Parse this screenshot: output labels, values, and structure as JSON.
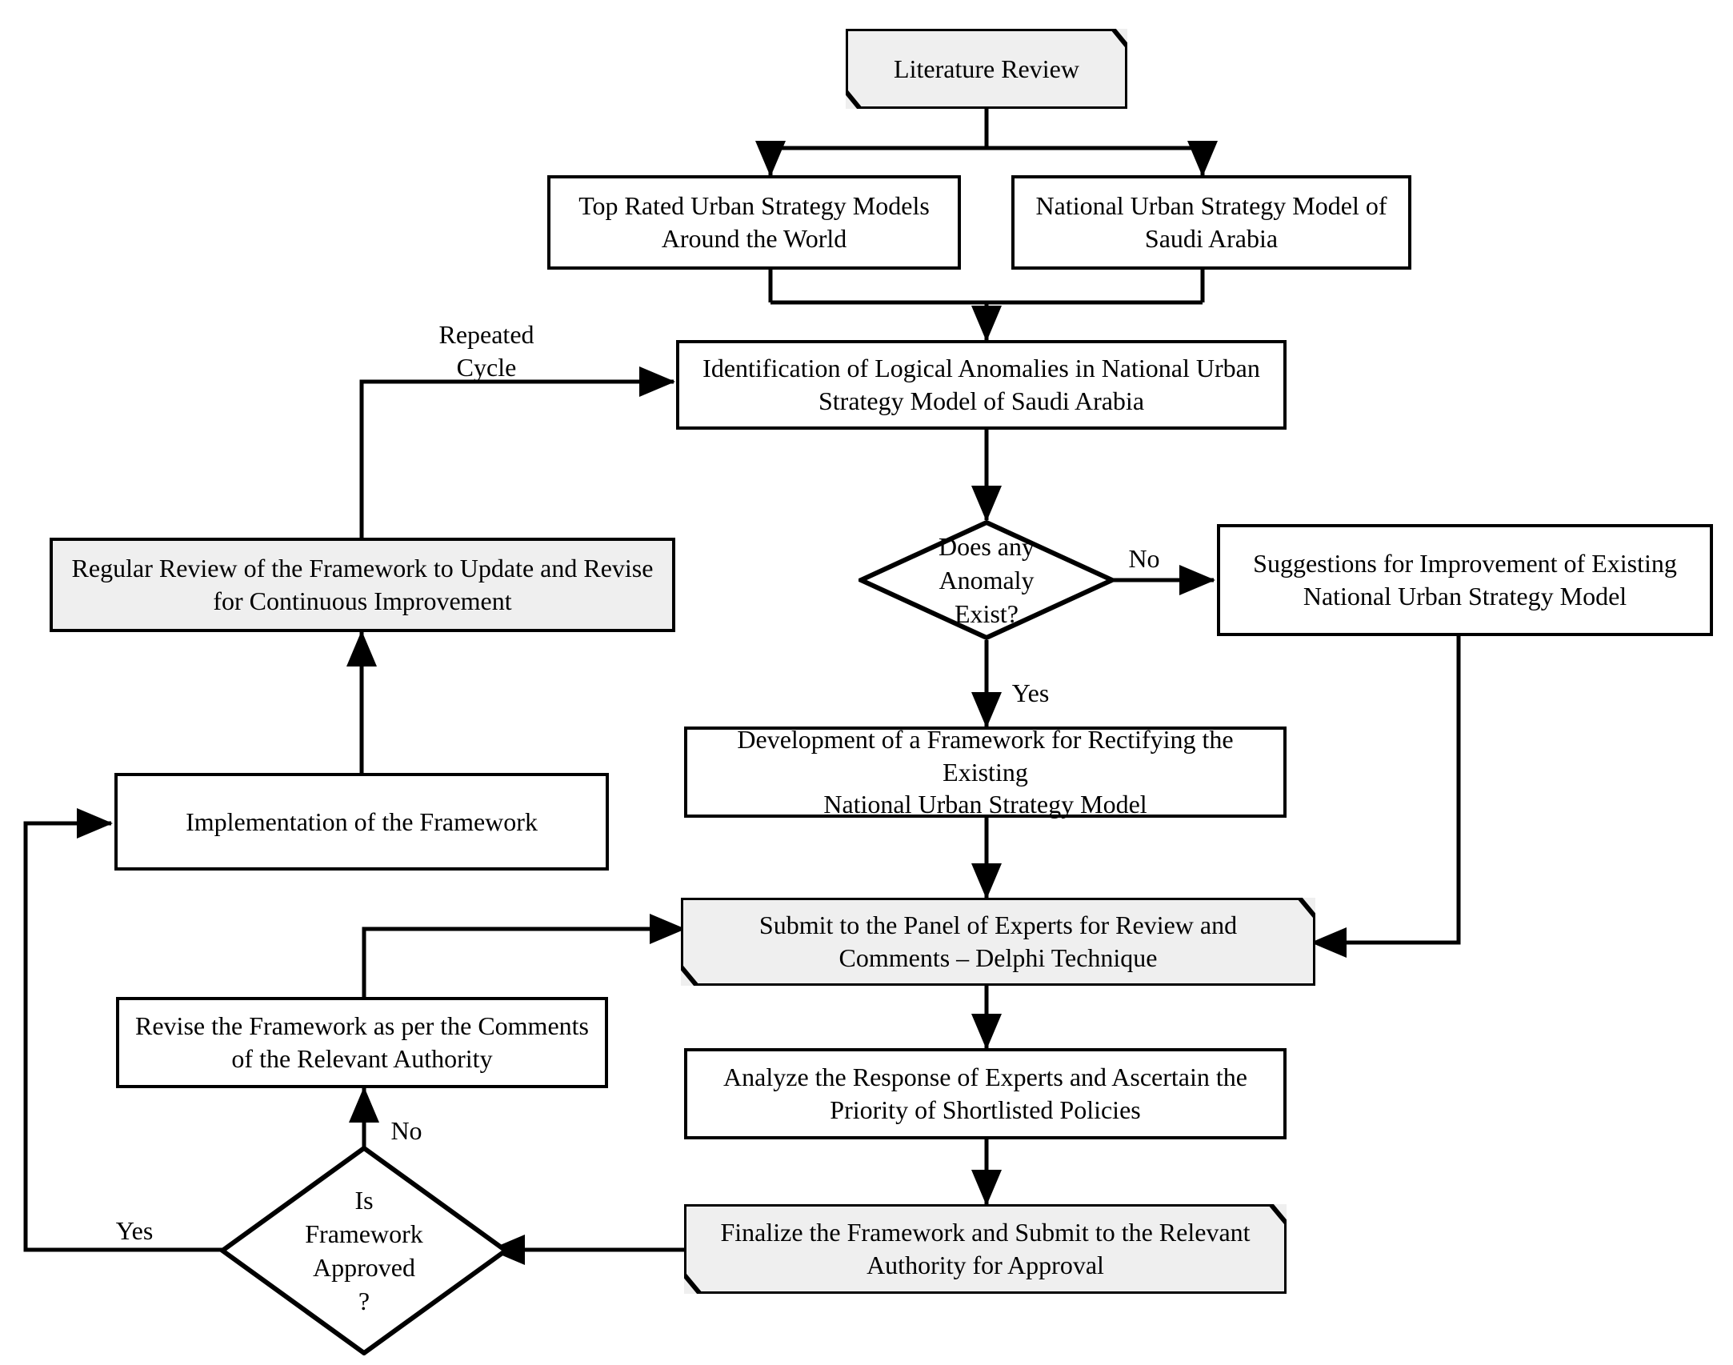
{
  "diagram": {
    "title": "Research Framework Flowchart",
    "colors": {
      "stroke": "#000000",
      "shaded_fill": "#efefef",
      "plain_fill": "#ffffff",
      "background": "#ffffff"
    }
  },
  "nodes": {
    "literature_review": {
      "text": "Literature Review",
      "shape": "beveled",
      "fill": "shaded"
    },
    "top_rated_models": {
      "text": "Top Rated Urban Strategy Models\nAround the World",
      "shape": "rectangle",
      "fill": "plain"
    },
    "national_model": {
      "text": "National Urban Strategy Model of\nSaudi Arabia",
      "shape": "rectangle",
      "fill": "plain"
    },
    "identification": {
      "text": "Identification of Logical Anomalies in National Urban\nStrategy Model of Saudi Arabia",
      "shape": "rectangle",
      "fill": "plain"
    },
    "anomaly_decision": {
      "text": "Does any\nAnomaly\nExist?",
      "shape": "diamond",
      "fill": "plain"
    },
    "suggestions": {
      "text": "Suggestions for Improvement of Existing\nNational Urban Strategy Model",
      "shape": "rectangle",
      "fill": "plain"
    },
    "regular_review": {
      "text": "Regular Review of the Framework to Update and Revise\nfor Continuous Improvement",
      "shape": "rectangle",
      "fill": "shaded"
    },
    "development": {
      "text": "Development of a Framework for Rectifying the Existing\nNational Urban Strategy Model",
      "shape": "rectangle",
      "fill": "plain"
    },
    "implementation": {
      "text": "Implementation of the Framework",
      "shape": "rectangle",
      "fill": "plain"
    },
    "submit_panel": {
      "text": "Submit to the Panel of Experts for Review and\nComments – Delphi Technique",
      "shape": "beveled",
      "fill": "shaded"
    },
    "revise": {
      "text": "Revise the Framework as per the Comments\nof the Relevant Authority",
      "shape": "rectangle",
      "fill": "plain"
    },
    "analyze": {
      "text": "Analyze the Response of Experts and Ascertain the\nPriority of Shortlisted Policies",
      "shape": "rectangle",
      "fill": "plain"
    },
    "approved_decision": {
      "text": "Is\nFramework\nApproved\n?",
      "shape": "diamond",
      "fill": "plain"
    },
    "finalize": {
      "text": "Finalize the Framework and Submit to the Relevant\nAuthority for Approval",
      "shape": "beveled",
      "fill": "shaded"
    }
  },
  "edge_labels": {
    "repeated_cycle": "Repeated\nCycle",
    "anomaly_no": "No",
    "anomaly_yes": "Yes",
    "approved_no": "No",
    "approved_yes": "Yes"
  }
}
